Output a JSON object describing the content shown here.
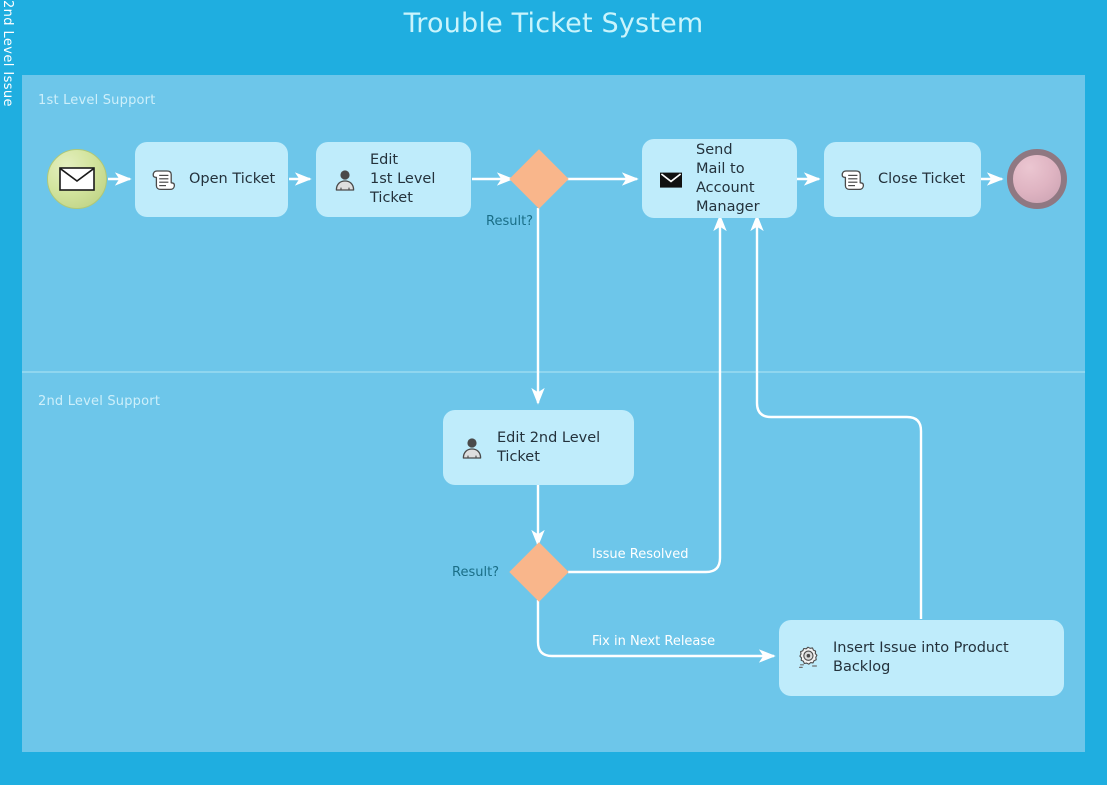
{
  "title": "Trouble Ticket System",
  "colors": {
    "canvas_background": "#1FAEE0",
    "pool_background": "#6DC6EA",
    "task_fill": "#BFECFB",
    "gateway_fill": "#F9B68B",
    "connector": "#FFFFFF",
    "title_text": "#C9F4FC",
    "lane_label_text": "#CDEFFA",
    "task_label_text": "#24323C",
    "gateway_label_text": "#1A6E87",
    "edge_label_text": "#FFFFFF",
    "start_event_fill": "#D3E49E",
    "end_event_fill": "#DFB4C2",
    "end_event_border": "#8F7882"
  },
  "pool": {
    "lanes": [
      {
        "id": "lane-1",
        "label": "1st Level Support"
      },
      {
        "id": "lane-2",
        "label": "2nd Level Support"
      }
    ]
  },
  "nodes": {
    "start_event": {
      "type": "start-message-event",
      "icon": "envelope-icon",
      "label": ""
    },
    "open_ticket": {
      "type": "task",
      "icon": "document-script-icon",
      "label": "Open Ticket"
    },
    "edit_1st_level_ticket": {
      "type": "user-task",
      "icon": "user-icon",
      "label": "Edit\n1st Level Ticket"
    },
    "gateway_1": {
      "type": "exclusive-gateway",
      "label": "Result?"
    },
    "send_mail": {
      "type": "task",
      "icon": "envelope-filled-icon",
      "label": "Send\nMail to Account\nManager"
    },
    "close_ticket": {
      "type": "task",
      "icon": "document-script-icon",
      "label": "Close Ticket"
    },
    "end_event": {
      "type": "end-event",
      "label": ""
    },
    "edit_2nd_level_ticket": {
      "type": "user-task",
      "icon": "user-icon",
      "label": "Edit 2nd Level Ticket"
    },
    "gateway_2": {
      "type": "exclusive-gateway",
      "label": "Result?"
    },
    "insert_backlog": {
      "type": "service-task",
      "icon": "gear-icon",
      "label": "Insert Issue into Product Backlog"
    }
  },
  "edge_labels": {
    "gateway_1_label": "Result?",
    "gateway_2_label": "Result?",
    "second_level_issue": "2nd Level Issue",
    "issue_resolved": "Issue Resolved",
    "fix_in_next_release": "Fix in Next Release"
  },
  "chart_data": {
    "type": "diagram",
    "notation": "BPMN",
    "title": "Trouble Ticket System",
    "lanes": [
      "1st Level Support",
      "2nd Level Support"
    ],
    "nodes": [
      {
        "id": "start",
        "kind": "start-message-event",
        "lane": "1st Level Support",
        "label": ""
      },
      {
        "id": "open",
        "kind": "task",
        "lane": "1st Level Support",
        "label": "Open Ticket"
      },
      {
        "id": "edit1",
        "kind": "user-task",
        "lane": "1st Level Support",
        "label": "Edit 1st Level Ticket"
      },
      {
        "id": "gw1",
        "kind": "exclusive-gateway",
        "lane": "1st Level Support",
        "label": "Result?"
      },
      {
        "id": "mail",
        "kind": "task",
        "lane": "1st Level Support",
        "label": "Send Mail to Account Manager"
      },
      {
        "id": "close",
        "kind": "task",
        "lane": "1st Level Support",
        "label": "Close Ticket"
      },
      {
        "id": "end",
        "kind": "end-event",
        "lane": "1st Level Support",
        "label": ""
      },
      {
        "id": "edit2",
        "kind": "user-task",
        "lane": "2nd Level Support",
        "label": "Edit 2nd Level Ticket"
      },
      {
        "id": "gw2",
        "kind": "exclusive-gateway",
        "lane": "2nd Level Support",
        "label": "Result?"
      },
      {
        "id": "backlog",
        "kind": "service-task",
        "lane": "2nd Level Support",
        "label": "Insert Issue into Product Backlog"
      }
    ],
    "edges": [
      {
        "from": "start",
        "to": "open",
        "label": ""
      },
      {
        "from": "open",
        "to": "edit1",
        "label": ""
      },
      {
        "from": "edit1",
        "to": "gw1",
        "label": ""
      },
      {
        "from": "gw1",
        "to": "mail",
        "label": ""
      },
      {
        "from": "gw1",
        "to": "edit2",
        "label": "2nd Level Issue"
      },
      {
        "from": "mail",
        "to": "close",
        "label": ""
      },
      {
        "from": "close",
        "to": "end",
        "label": ""
      },
      {
        "from": "edit2",
        "to": "gw2",
        "label": ""
      },
      {
        "from": "gw2",
        "to": "mail",
        "label": "Issue Resolved"
      },
      {
        "from": "gw2",
        "to": "backlog",
        "label": "Fix in Next Release"
      },
      {
        "from": "backlog",
        "to": "mail",
        "label": ""
      }
    ]
  }
}
